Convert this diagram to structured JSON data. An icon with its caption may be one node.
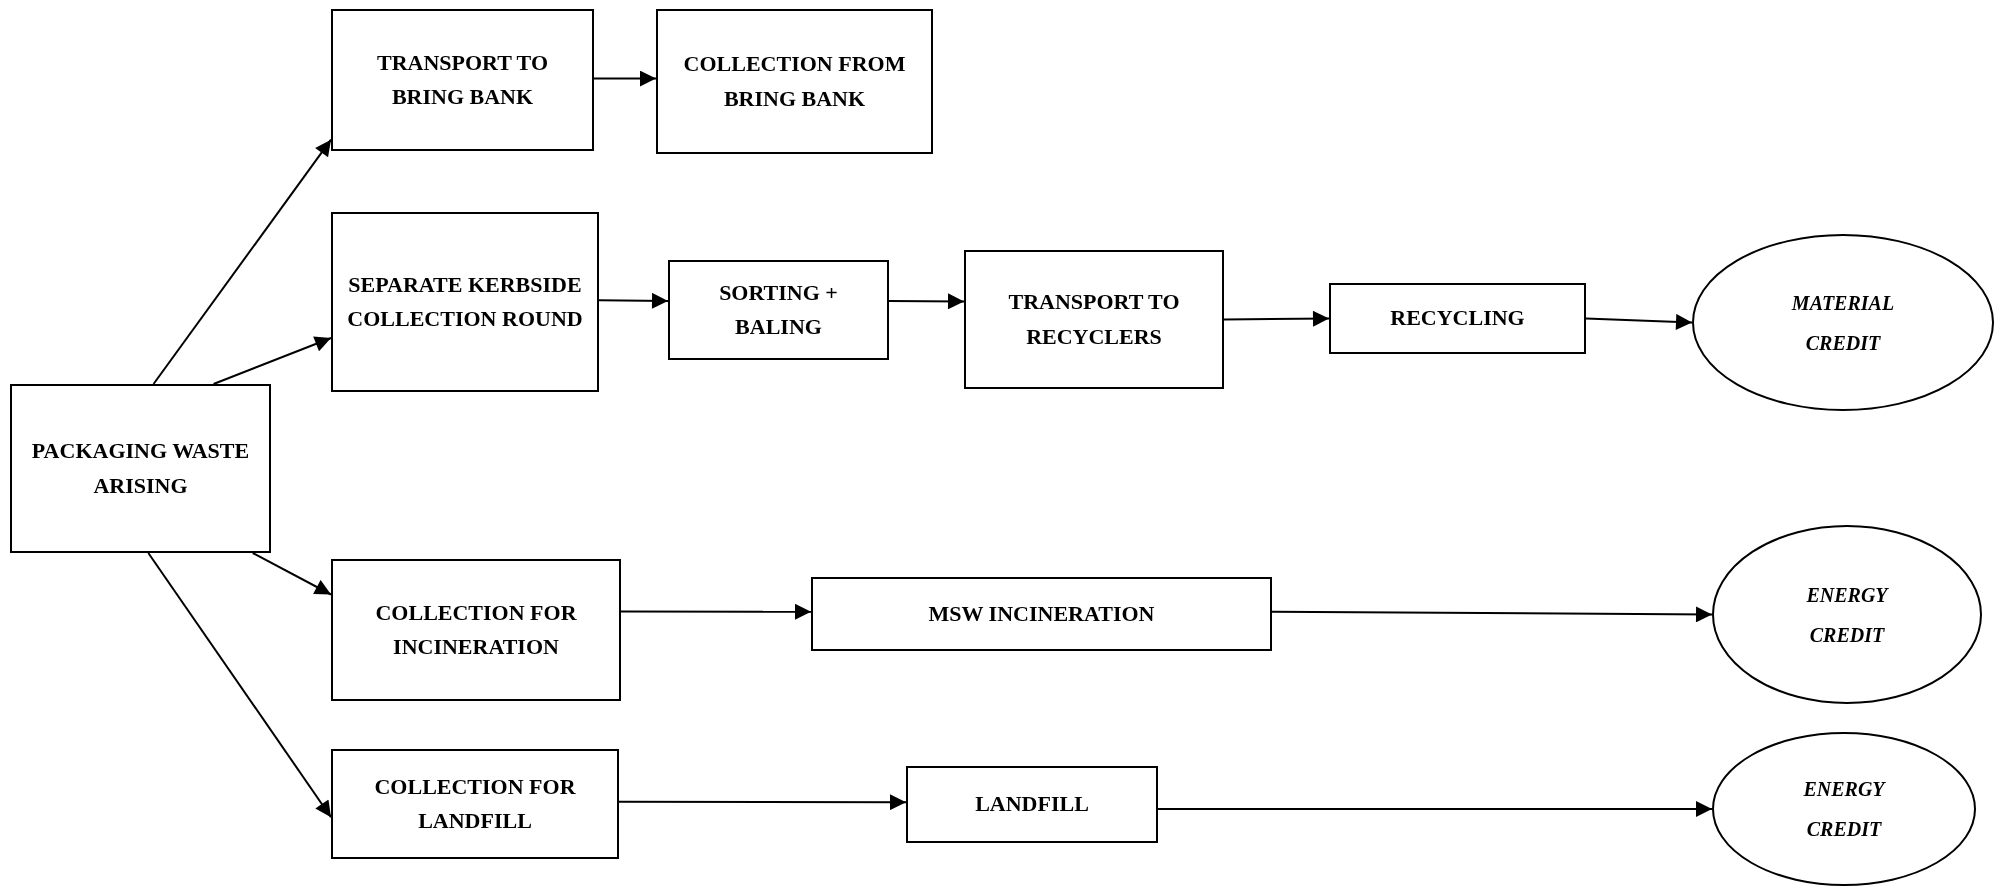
{
  "diagram": {
    "nodes": [
      {
        "text": [
          "PACKAGING WASTE ARISING"
        ]
      },
      {
        "text": [
          "TRANSPORT TO BRING BANK"
        ]
      },
      {
        "text": [
          "COLLECTION FROM BRING BANK"
        ]
      },
      {
        "text": [
          "SEPARATE KERBSIDE COLLECTION ROUND"
        ]
      },
      {
        "text": [
          "SORTING + BALING"
        ]
      },
      {
        "text": [
          "TRANSPORT TO RECYCLERS"
        ]
      },
      {
        "text": [
          "RECYCLING"
        ]
      },
      {
        "text": [
          "MATERIAL CREDIT"
        ]
      },
      {
        "text": [
          "COLLECTION FOR INCINERATION"
        ]
      },
      {
        "text": [
          "MSW INCINERATION"
        ]
      },
      {
        "text": [
          "ENERGY CREDIT"
        ]
      },
      {
        "text": [
          "COLLECTION FOR LANDFILL"
        ]
      },
      {
        "text": [
          "LANDFILL"
        ]
      },
      {
        "text": [
          "ENERGY CREDIT"
        ]
      }
    ],
    "edges": [
      {
        "from": 0,
        "to": 1,
        "arrow": "to"
      },
      {
        "from": 0,
        "to": 3,
        "arrow": "to"
      },
      {
        "from": 0,
        "to": 8,
        "arrow": "to"
      },
      {
        "from": 0,
        "to": 11,
        "arrow": "to"
      },
      {
        "from": 1,
        "to": 2,
        "arrow": "to"
      },
      {
        "from": 3,
        "to": 4,
        "arrow": "to"
      },
      {
        "from": 4,
        "to": 5,
        "arrow": "to"
      },
      {
        "from": 5,
        "to": 6,
        "arrow": "to"
      },
      {
        "from": 6,
        "to": 7,
        "arrow": "to"
      },
      {
        "from": 8,
        "to": 9,
        "arrow": "to"
      },
      {
        "from": 9,
        "to": 10,
        "arrow": "to"
      },
      {
        "from": 11,
        "to": 12,
        "arrow": "to"
      },
      {
        "from": 12,
        "to": 13,
        "arrow": "to"
      }
    ]
  }
}
